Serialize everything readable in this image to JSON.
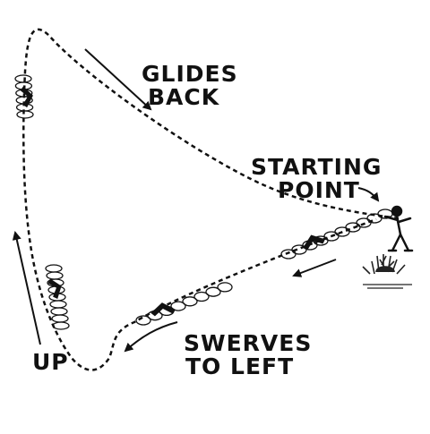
{
  "labels": {
    "glides": [
      "GLIDES",
      "BACK"
    ],
    "start": [
      "STARTING",
      "POINT"
    ],
    "swerves": [
      "SWERVES",
      "TO LEFT"
    ],
    "up": "UP"
  },
  "colors": {
    "ink": "#111111",
    "paper": "#ffffff",
    "grass": "#222222"
  },
  "icons": {
    "thrower": "thrower-figure-icon",
    "bush": "grass-bush-icon",
    "boomerang": "boomerang-icon"
  }
}
